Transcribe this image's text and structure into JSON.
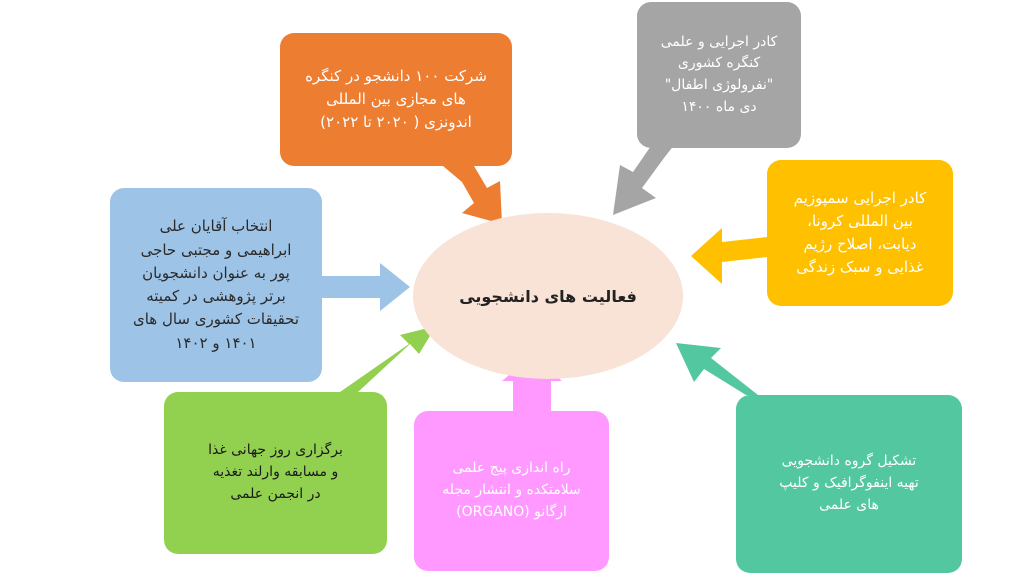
{
  "center": {
    "label": "فعالیت های دانشجویی"
  },
  "boxes": {
    "orange": "شرکت ۱۰۰ دانشجو در کنگره\nهای مجازی بین المللی\nاندونزی ( ۲۰۲۰ تا ۲۰۲۲)",
    "gray": "کادر اجرایی  و علمی\nکنگره کشوری\n\"نفرولوژی اطفال\"\nدی ماه ۱۴۰۰",
    "yellow": "کادر اجرایی سمپوزیم\nبین المللی کرونا،\nدیابت، اصلاح رژیم\nغذایی و سبک زندگی",
    "blue": "انتخاب آقایان علی\nابراهیمی و مجتبی حاجی\nپور به عنوان دانشجویان\nبرتر پژوهشی در کمیته\nتحقیقات کشوری سال های\n۱۴۰۱ و ۱۴۰۲",
    "lgreen": "برگزاری روز جهانی غذا\nو مسابقه وارلند تغذیه\nدر انجمن علمی",
    "pink": "راه اندازی پیج علمی\nسلامتکده و انتشار مجله\nارگانو (ORGANO)",
    "teal": "تشکیل گروه دانشجویی\nتهیه اینفوگرافیک و کلیپ\nهای علمی"
  },
  "colors": {
    "orange": "#ed7d31",
    "gray": "#a5a5a5",
    "yellow": "#ffc000",
    "blue": "#9dc3e6",
    "lgreen": "#92d050",
    "pink": "#ff99ff",
    "teal": "#52c7a0",
    "center": "#f8e3d6"
  }
}
